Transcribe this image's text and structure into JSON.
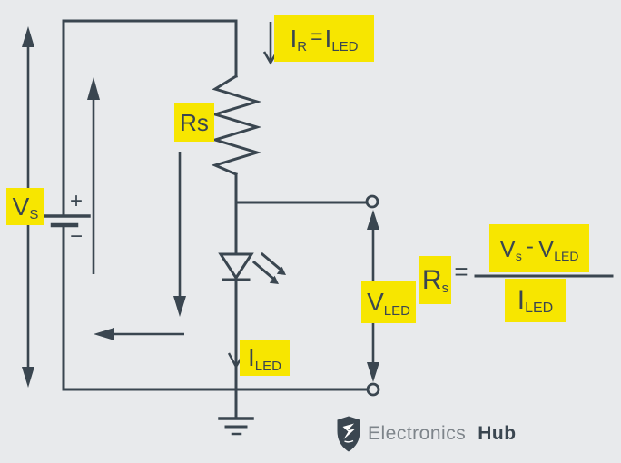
{
  "colors": {
    "background": "#e8eaec",
    "ink": "#3a4650",
    "highlight": "#f7e600",
    "brand_gray": "#7d848a"
  },
  "battery": {
    "plus": "+",
    "minus": "−"
  },
  "labels": {
    "source_voltage": {
      "main": "V",
      "sub": "S"
    },
    "series_resistor": {
      "text": "Rs"
    },
    "resistor_current": {
      "i1": "I",
      "i1_sub": "R",
      "equals": "=",
      "i2": "I",
      "i2_sub": "LED"
    },
    "led_voltage": {
      "main": "V",
      "sub": "LED"
    },
    "led_current": {
      "main": "I",
      "sub": "LED"
    }
  },
  "formula": {
    "lhs": {
      "main": "R",
      "sub": "s"
    },
    "equals": "=",
    "numerator": {
      "v1": "V",
      "v1_sub": "s",
      "minus": "-",
      "v2": "V",
      "v2_sub": "LED"
    },
    "denominator": {
      "main": "I",
      "sub": "LED"
    }
  },
  "brand": {
    "regular": "Electronics",
    "bold": "Hub"
  }
}
